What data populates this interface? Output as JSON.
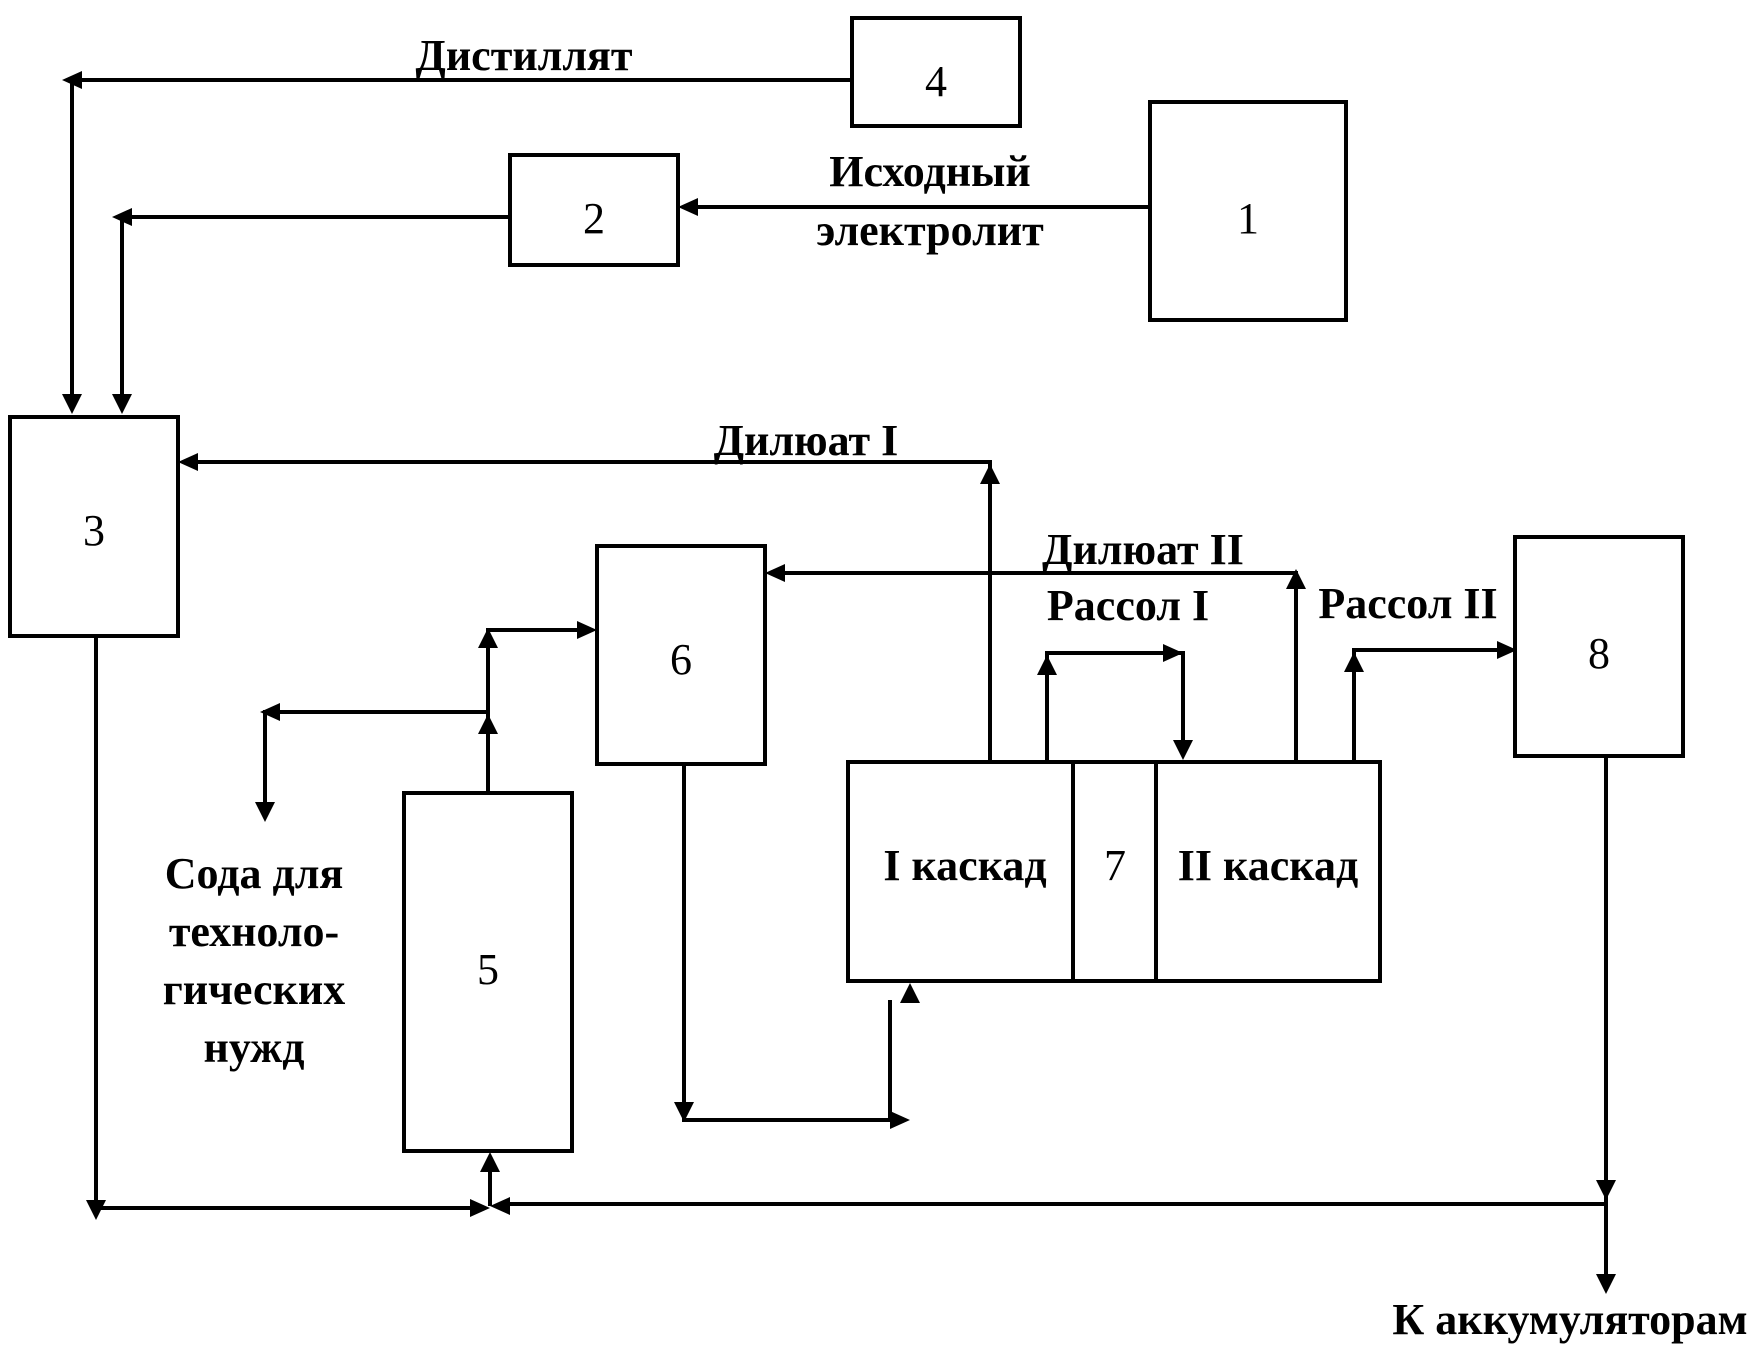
{
  "blocks": {
    "b1": "1",
    "b2": "2",
    "b3": "3",
    "b4": "4",
    "b5": "5",
    "b6": "6",
    "b7": "7",
    "b8": "8",
    "cascade_1": "I каскад",
    "cascade_2": "II каскад"
  },
  "flows": {
    "distillate": "Дистиллят",
    "source_electrolyte_line1": "Исходный",
    "source_electrolyte_line2": "электролит",
    "diluate_1": "Дилюат I",
    "diluate_2": "Дилюат II",
    "brine_1": "Рассол I",
    "brine_2": "Рассол II",
    "to_batteries": "К аккумуляторам"
  },
  "soda_note": [
    "Сода для",
    "техноло-",
    "гических",
    "нужд"
  ],
  "colors": {
    "line": "#000000",
    "background": "#ffffff"
  }
}
